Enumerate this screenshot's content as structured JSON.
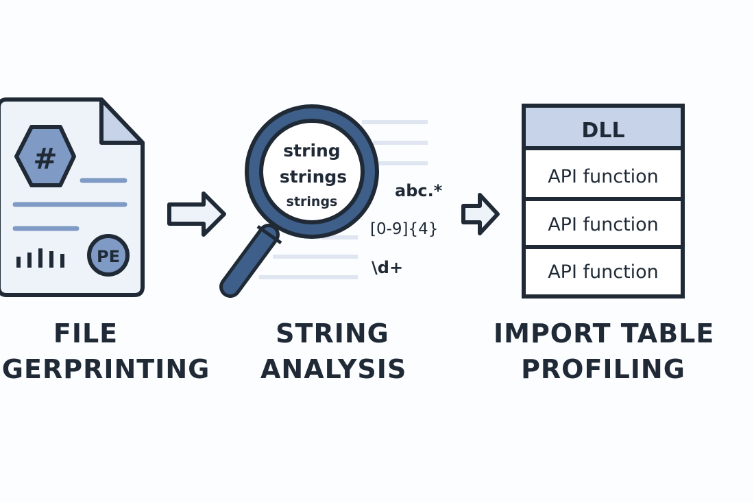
{
  "steps": [
    {
      "caption_line1": "FILE",
      "caption_line2": "NGERPRINTING",
      "doc_hash_symbol": "#",
      "doc_badge": "PE",
      "icon": "document-icon"
    },
    {
      "caption_line1": "STRING",
      "caption_line2": "ANALYSIS",
      "lens_words": [
        "string",
        "strings",
        "strings"
      ],
      "patterns": [
        "abc.*",
        "[0-9]{4}",
        "\\d+"
      ],
      "icon": "magnifier-icon"
    },
    {
      "caption_line1": "IMPORT TABLE",
      "caption_line2": "PROFILING",
      "table_header": "DLL",
      "table_rows": [
        "API function",
        "API function",
        "API function"
      ],
      "icon": "table-icon"
    }
  ],
  "colors": {
    "outline": "#1f2a36",
    "fill_light": "#eef3f9",
    "accent": "#7f9ac4",
    "accent_dark": "#3d5f8a",
    "header_fill": "#c7d3e8"
  }
}
